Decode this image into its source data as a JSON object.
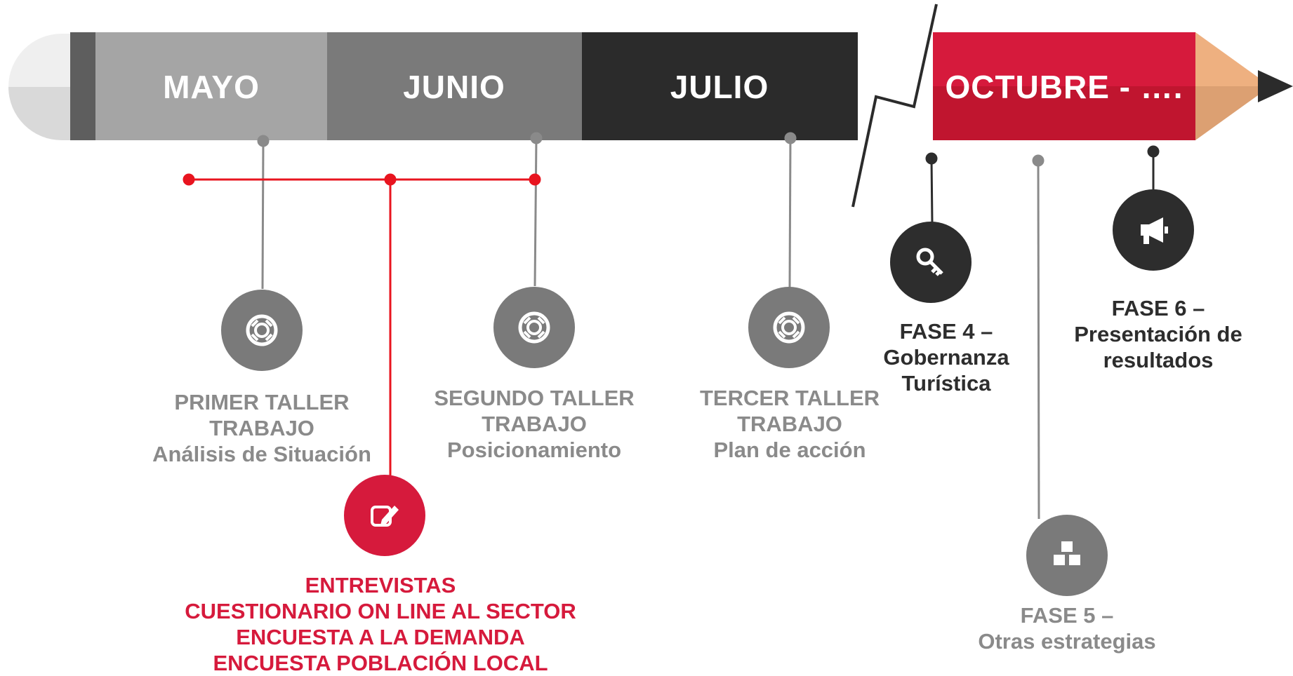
{
  "months": {
    "mayo": "MAYO",
    "junio": "JUNIO",
    "julio": "JULIO",
    "octubre": "OCTUBRE - …."
  },
  "milestones": {
    "taller1": [
      "PRIMER TALLER",
      "TRABAJO",
      "Análisis de Situación"
    ],
    "taller2": [
      "SEGUNDO TALLER",
      "TRABAJO",
      "Posicionamiento"
    ],
    "taller3": [
      "TERCER TALLER",
      "TRABAJO",
      "Plan de acción"
    ],
    "fase4": [
      "FASE 4 –",
      "Gobernanza",
      "Turística"
    ],
    "fase5": [
      "FASE 5 –",
      "Otras estrategias"
    ],
    "fase6": [
      "FASE 6 –",
      "Presentación de",
      "resultados"
    ],
    "encuestas": [
      "ENTREVISTAS",
      "CUESTIONARIO ON LINE AL SECTOR",
      "ENCUESTA A LA DEMANDA",
      "ENCUESTA POBLACIÓN LOCAL"
    ]
  },
  "icons": {
    "taller1": "lifebuoy-icon",
    "taller2": "lifebuoy-icon",
    "taller3": "lifebuoy-icon",
    "fase4": "key-icon",
    "fase5": "cubes-icon",
    "fase6": "megaphone-icon",
    "encuestas": "edit-icon"
  },
  "colors": {
    "accent": "#d61a3c",
    "grey_circle": "#7a7a7a",
    "dark_circle": "#2d2d2d",
    "mayo_band": "#a5a5a5",
    "junio_band": "#7a7a7a",
    "julio_band": "#2b2b2b",
    "pencil_tip": "#e9a877"
  }
}
